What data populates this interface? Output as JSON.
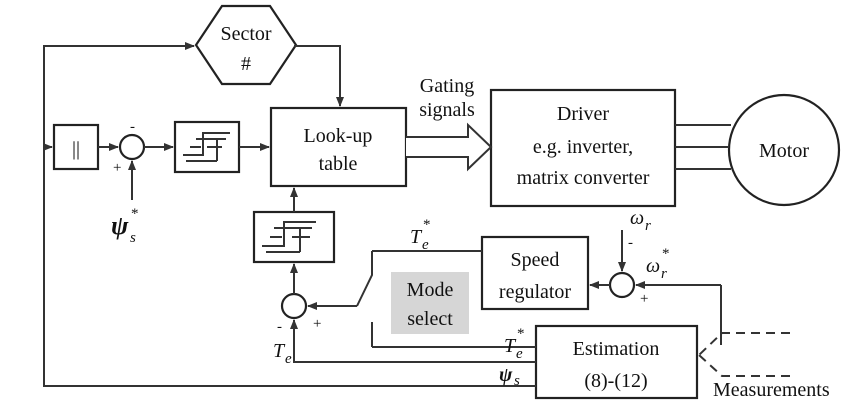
{
  "blocks": {
    "sector": [
      "Sector",
      "#"
    ],
    "lookup": [
      "Look-up",
      "table"
    ],
    "driver": [
      "Driver",
      "e.g. inverter,",
      "matrix converter"
    ],
    "motor": "Motor",
    "speed": [
      "Speed",
      "regulator"
    ],
    "mode": [
      "Mode",
      "select"
    ],
    "estimation": [
      "Estimation",
      "(8)-(12)"
    ],
    "abs": "||"
  },
  "labels": {
    "gating": [
      "Gating",
      "signals"
    ],
    "measurements": "Measurements",
    "psi_ref": "ψ",
    "psi_ref_sub": "s",
    "psi_ref_sup": "*",
    "psi_est": "ψ",
    "psi_est_sub": "s",
    "te": "T",
    "te_sub": "e",
    "te_ref": "T",
    "te_ref_sub": "e",
    "te_ref_sup": "*",
    "te_ref2": "T",
    "te_ref2_sub": "e",
    "te_ref2_sup": "*",
    "omega_r": "ω",
    "omega_r_sub": "r",
    "omega_ref": "ω",
    "omega_ref_sub": "r",
    "omega_ref_sup": "*"
  },
  "signs": {
    "sum1_minus": "-",
    "sum1_plus": "+",
    "sum2_minus": "-",
    "sum2_plus": "+",
    "sum3_minus": "-",
    "sum3_plus": "+"
  }
}
